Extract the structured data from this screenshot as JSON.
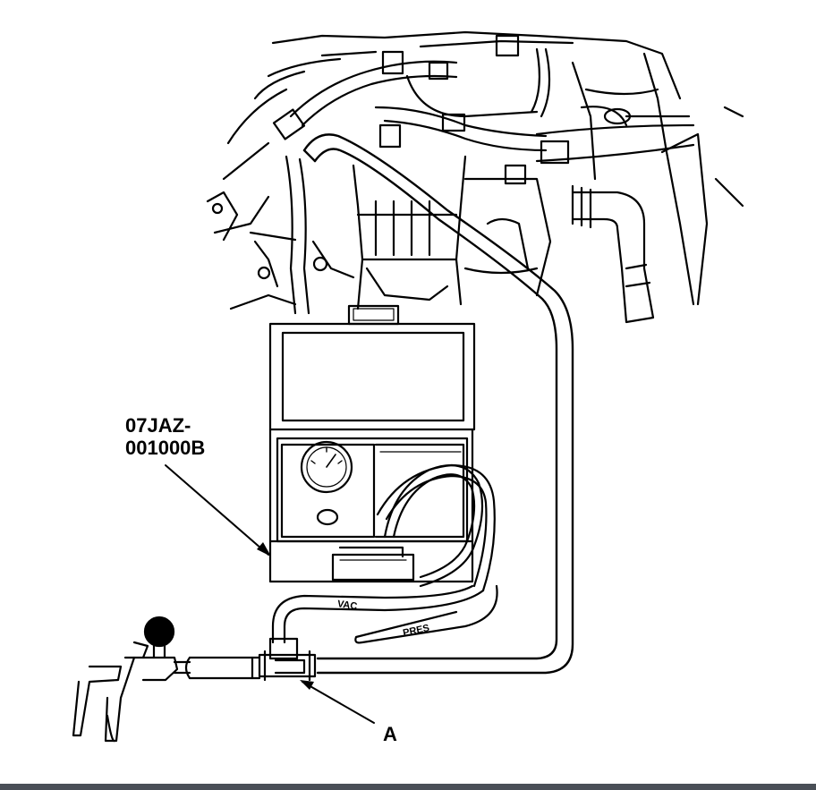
{
  "labels": {
    "tool_number_line1": "07JAZ-",
    "tool_number_line2": "001000B",
    "callout_a": "A",
    "hose_vac": "VAC",
    "hose_pres": "PRES"
  },
  "colors": {
    "line": "#000000",
    "background": "#ffffff",
    "bottom_bar": "#4a4f57"
  }
}
